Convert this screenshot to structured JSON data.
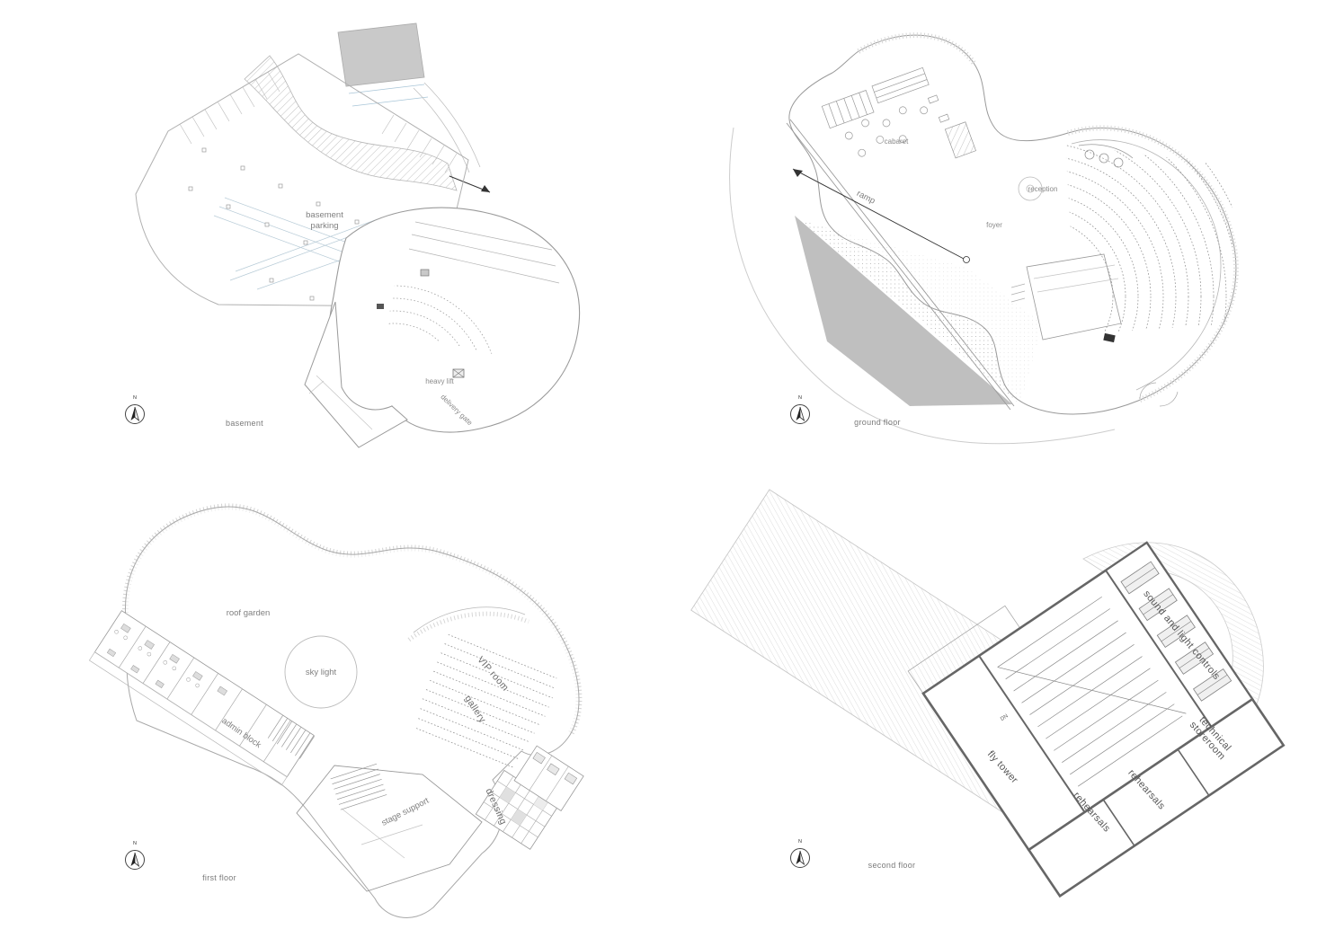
{
  "colors": {
    "line": "#9a9a9a",
    "dark_wall": "#666666",
    "slab_gray": "#c9c9c9",
    "guide_blue": "#a9c6d8"
  },
  "panels": {
    "basement": {
      "caption": "basement",
      "compass": "N",
      "labels": {
        "parking_line1": "basement",
        "parking_line2": "parking",
        "heavy_lift": "heavy lift",
        "delivery_gate": "delivery gate"
      }
    },
    "ground_floor": {
      "caption": "ground floor",
      "compass": "N",
      "labels": {
        "cabaret": "cabaret",
        "reception": "reception",
        "foyer": "foyer",
        "ramp": "ramp"
      }
    },
    "first_floor": {
      "caption": "first floor",
      "compass": "N",
      "labels": {
        "roof_garden": "roof garden",
        "sky_light": "sky light",
        "admin_block": "admin block",
        "vip_room": "VIP room",
        "gallery": "gallery",
        "stage_support": "stage support",
        "dressing": "dressing"
      }
    },
    "second_floor": {
      "caption": "second floor",
      "compass": "N",
      "labels": {
        "sound_and_light": "sound and light controls",
        "fly_tower": "fly tower",
        "technical_line1": "technical",
        "technical_line2": "storeroom",
        "rehearsals_a": "rehearsals",
        "rehearsals_b": "rehearsals",
        "dn": "DN"
      }
    }
  }
}
